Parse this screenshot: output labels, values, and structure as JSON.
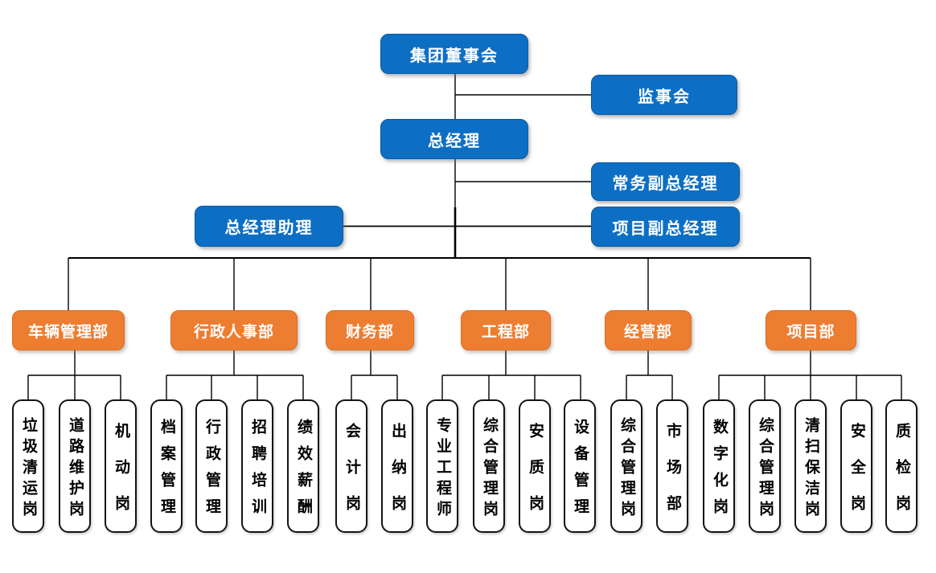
{
  "colors": {
    "executive_box_blue": "#0d6fc4",
    "department_box_orange": "#ed7d31",
    "position_box_border": "#141414",
    "connector_line": "#000000"
  },
  "executive_nodes": {
    "board": "集团董事会",
    "supervisory": "监事会",
    "general_manager": "总经理",
    "executive_deputy_gm": "常务副总经理",
    "gm_assistant": "总经理助理",
    "project_deputy_gm": "项目副总经理"
  },
  "departments": [
    {
      "label": "车辆管理部",
      "positions": [
        "垃圾清运岗",
        "道路维护岗",
        "机动岗"
      ]
    },
    {
      "label": "行政人事部",
      "positions": [
        "档案管理",
        "行政管理",
        "招聘培训",
        "绩效薪酬"
      ]
    },
    {
      "label": "财务部",
      "positions": [
        "会计岗",
        "出纳岗"
      ]
    },
    {
      "label": "工程部",
      "positions": [
        "专业工程师",
        "综合管理岗",
        "安质岗",
        "设备管理"
      ]
    },
    {
      "label": "经营部",
      "positions": [
        "综合管理岗",
        "市场部"
      ]
    },
    {
      "label": "项目部",
      "positions": [
        "数字化岗",
        "综合管理岗",
        "清扫保洁岗",
        "安全岗",
        "质检岗"
      ]
    }
  ]
}
